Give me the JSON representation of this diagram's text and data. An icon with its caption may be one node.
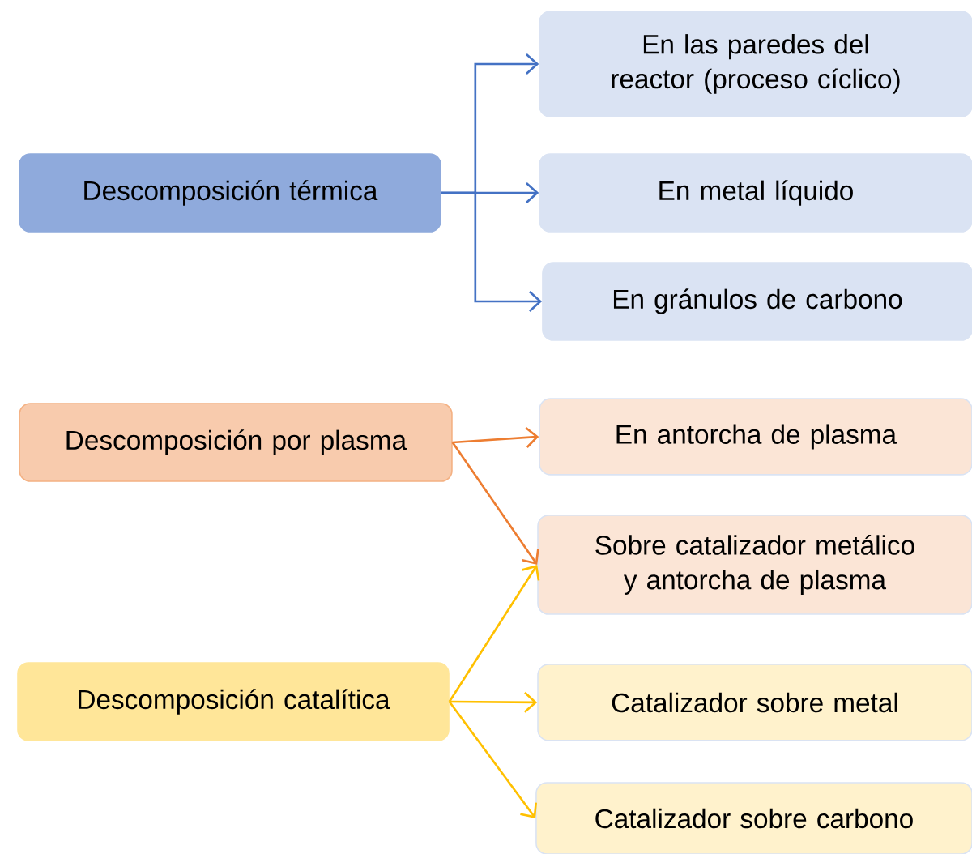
{
  "diagram": {
    "nodes": [
      {
        "text": [
          "En las paredes del reactor (proceso cíclico)"
        ]
      },
      {
        "text": [
          "Descomposición térmica"
        ]
      },
      {
        "text": [
          "En metal líquido"
        ]
      },
      {
        "text": [
          "En gránulos de carbono"
        ]
      },
      {
        "text": [
          "Descomposición por plasma"
        ]
      },
      {
        "text": [
          "En antorcha de plasma"
        ]
      },
      {
        "text": [
          "Sobre catalizador metálico y antorcha de plasma"
        ]
      },
      {
        "text": [
          "Descomposición catalítica"
        ]
      },
      {
        "text": [
          "Catalizador sobre metal"
        ]
      },
      {
        "text": [
          "Catalizador sobre carbono"
        ]
      }
    ],
    "edges": [
      {
        "from": 1,
        "to": 0,
        "arrow": "to",
        "color": "#4472c4"
      },
      {
        "from": 1,
        "to": 2,
        "arrow": "to",
        "color": "#4472c4"
      },
      {
        "from": 1,
        "to": 3,
        "arrow": "to",
        "color": "#4472c4"
      },
      {
        "from": 4,
        "to": 5,
        "arrow": "to",
        "color": "#ed7d31"
      },
      {
        "from": 4,
        "to": 6,
        "arrow": "to",
        "color": "#ed7d31"
      },
      {
        "from": 7,
        "to": 6,
        "arrow": "to",
        "color": "#ffc000"
      },
      {
        "from": 7,
        "to": 8,
        "arrow": "to",
        "color": "#ffc000"
      },
      {
        "from": 7,
        "to": 9,
        "arrow": "to",
        "color": "#ffc000"
      }
    ]
  }
}
